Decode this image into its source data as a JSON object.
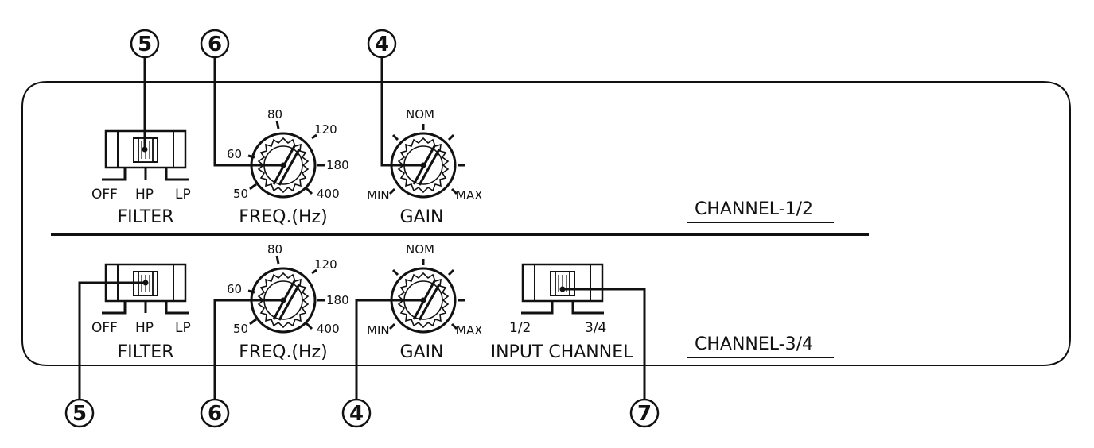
{
  "colors": {
    "ink": "#111111",
    "background": "#ffffff"
  },
  "channels": [
    {
      "name": "CHANNEL-1/2",
      "filter": {
        "title": "FILTER",
        "positions": [
          "OFF",
          "HP",
          "LP"
        ],
        "selected": "HP"
      },
      "freq": {
        "title": "FREQ.(Hz)",
        "ticks": [
          "50",
          "60",
          "80",
          "120",
          "180",
          "400"
        ]
      },
      "gain": {
        "title": "GAIN",
        "ticks": [
          "MIN",
          "NOM",
          "MAX"
        ]
      },
      "callouts": {
        "filter": "5",
        "freq": "6",
        "gain": "4"
      }
    },
    {
      "name": "CHANNEL-3/4",
      "filter": {
        "title": "FILTER",
        "positions": [
          "OFF",
          "HP",
          "LP"
        ],
        "selected": "HP"
      },
      "freq": {
        "title": "FREQ.(Hz)",
        "ticks": [
          "50",
          "60",
          "80",
          "120",
          "180",
          "400"
        ]
      },
      "gain": {
        "title": "GAIN",
        "ticks": [
          "MIN",
          "NOM",
          "MAX"
        ]
      },
      "input": {
        "title": "INPUT CHANNEL",
        "positions": [
          "1/2",
          "3/4"
        ]
      },
      "callouts": {
        "filter": "5",
        "freq": "6",
        "gain": "4",
        "input": "7"
      }
    }
  ]
}
